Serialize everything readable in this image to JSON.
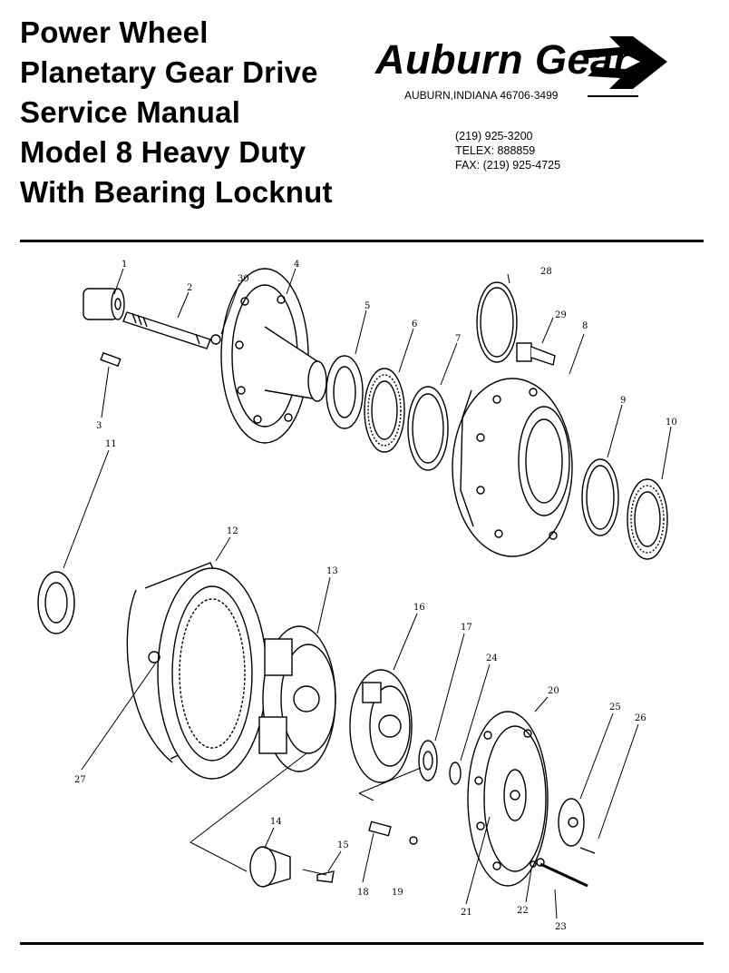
{
  "title_lines": [
    "Power Wheel",
    "Planetary Gear Drive",
    "Service Manual",
    "Model 8 Heavy Duty",
    "With Bearing Locknut"
  ],
  "brand": {
    "name": "Auburn Gear",
    "address": "AUBURN,INDIANA 46706-3499"
  },
  "contact": {
    "phone": "(219) 925-3200",
    "telex": "TELEX: 888859",
    "fax": "FAX: (219) 925-4725"
  },
  "callouts": [
    "1",
    "2",
    "3",
    "4",
    "5",
    "6",
    "7",
    "8",
    "9",
    "10",
    "11",
    "12",
    "13",
    "14",
    "15",
    "16",
    "17",
    "18",
    "19",
    "20",
    "21",
    "22",
    "23",
    "24",
    "25",
    "26",
    "27",
    "28",
    "29",
    "30"
  ]
}
